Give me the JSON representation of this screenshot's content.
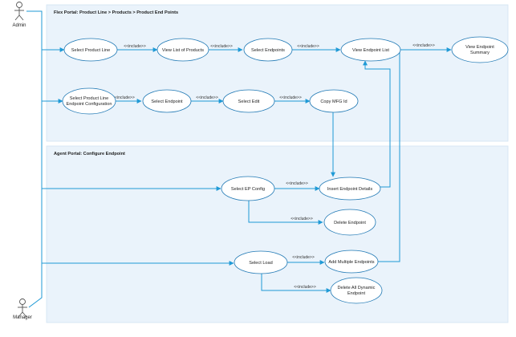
{
  "colors": {
    "region_fill": "#eaf3fb",
    "region_border": "#d2e3f2",
    "connector": "#1f9ad6",
    "usecase_fill": "#ffffff",
    "usecase_border": "#1f78b4",
    "actor_stroke": "#555555"
  },
  "regions": {
    "flex": {
      "title": "Flex Portal: Product Line > Products > Product End Points"
    },
    "agent": {
      "title": "Agent Portal: Configure Endpoint"
    }
  },
  "actors": {
    "admin": {
      "label": "Admin"
    },
    "manager": {
      "label": "Manager"
    }
  },
  "use_cases": {
    "select_product_line": {
      "lines": [
        "Select Product Line"
      ]
    },
    "view_list_products": {
      "lines": [
        "View List of Products"
      ]
    },
    "select_endpoints": {
      "lines": [
        "Select Endpoints"
      ]
    },
    "view_endpoint_list": {
      "lines": [
        "View Endpoint List"
      ]
    },
    "view_endpoint_summary": {
      "lines": [
        "View Endpoint",
        "Summary"
      ]
    },
    "select_pl_ep_config": {
      "lines": [
        "Select Product Line",
        "Endpoint Configuration"
      ]
    },
    "select_endpoint": {
      "lines": [
        "Select Endpoint"
      ]
    },
    "select_edit": {
      "lines": [
        "Select Edit"
      ]
    },
    "copy_mfg_id": {
      "lines": [
        "Copy MFG Id"
      ]
    },
    "select_ep_config": {
      "lines": [
        "Select EP Config"
      ]
    },
    "insert_endpoint_details": {
      "lines": [
        "Insert Endpoint Details"
      ]
    },
    "delete_endpoint": {
      "lines": [
        "Delete Endpoint"
      ]
    },
    "select_load": {
      "lines": [
        "Select Load"
      ]
    },
    "add_multiple_endpoints": {
      "lines": [
        "Add Multiple Endpoints"
      ]
    },
    "delete_all_dynamic": {
      "lines": [
        "Delete All Dynamic",
        "Endpoint"
      ]
    }
  },
  "relation_label": "<<include>>"
}
